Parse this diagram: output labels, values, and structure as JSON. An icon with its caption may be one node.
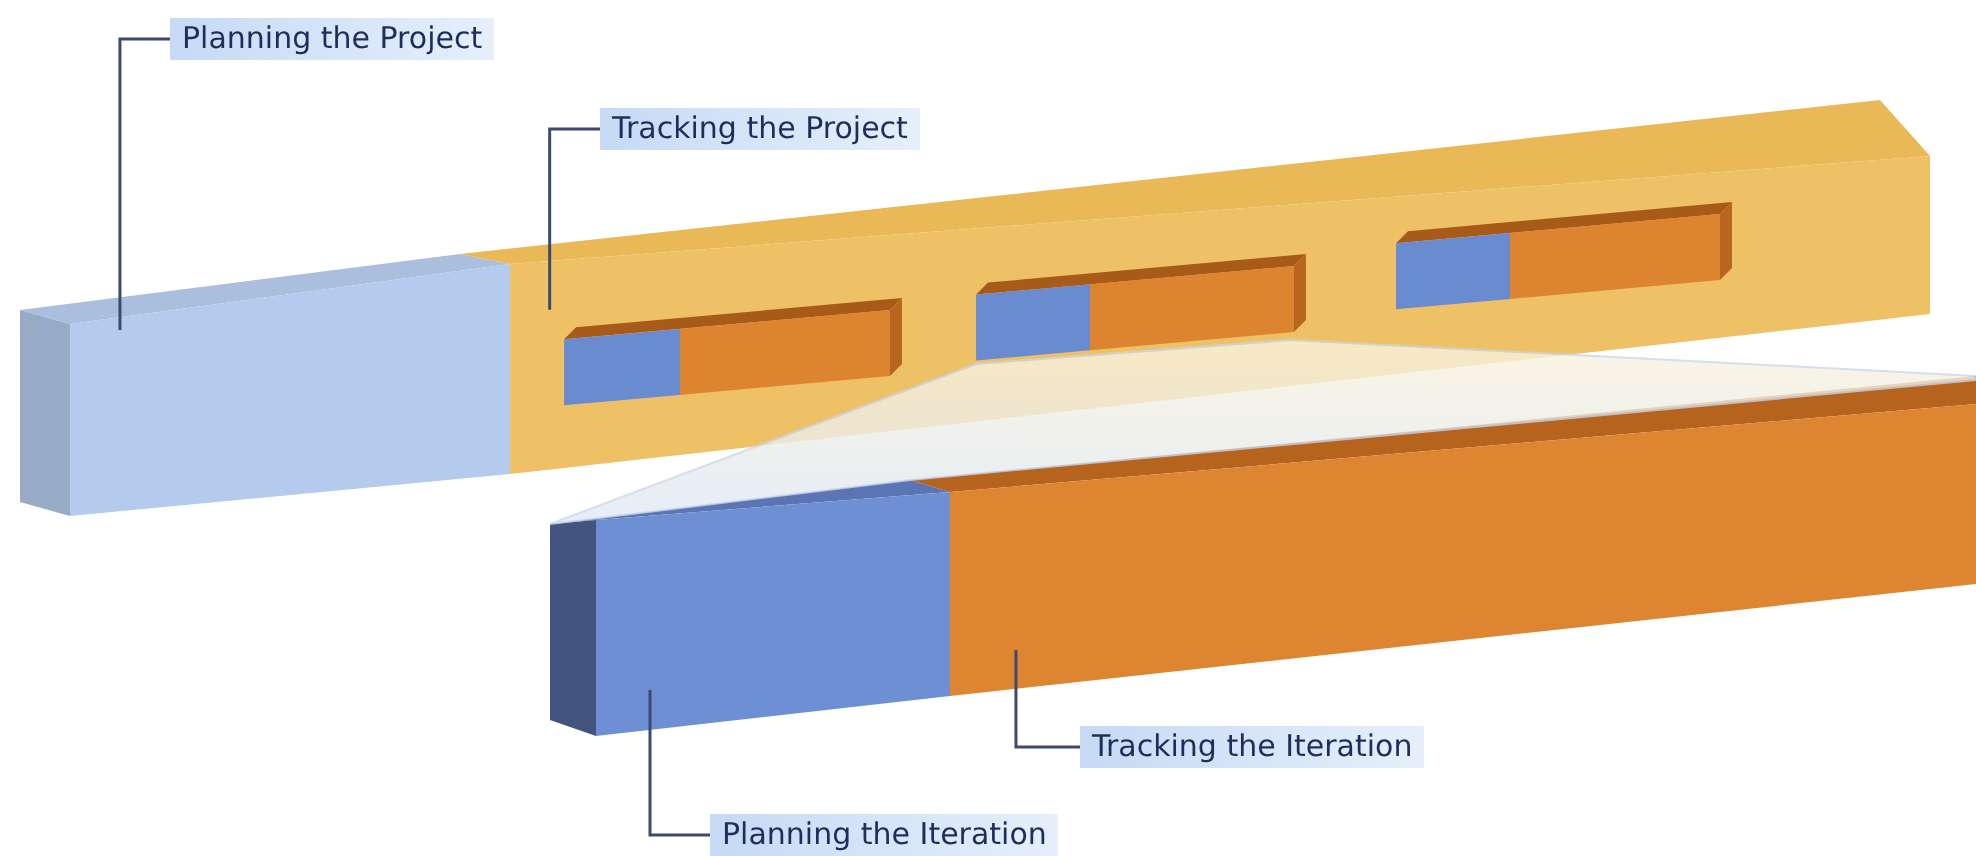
{
  "diagram": {
    "nodes": [
      {
        "text": [
          "Planning the Project"
        ]
      },
      {
        "text": [],
        "shape": "bar"
      },
      {
        "text": [
          "Tracking the Project"
        ]
      },
      {
        "text": [],
        "shape": "bar"
      },
      {
        "text": [],
        "shape": "bar",
        "in": 3
      },
      {
        "text": [],
        "shape": "bar",
        "in": 3
      },
      {
        "text": [],
        "shape": "bar",
        "in": 3
      },
      {
        "text": [],
        "shape": "bar"
      },
      {
        "text": [],
        "shape": "bar"
      },
      {
        "text": [
          "Tracking the Iteration"
        ]
      },
      {
        "text": [
          "Planning the Iteration"
        ]
      },
      {
        "text": [],
        "shape": "trapezoid"
      }
    ],
    "edges": [
      {
        "from": 0,
        "to": 1,
        "arrow": "none"
      },
      {
        "from": 2,
        "to": 3,
        "arrow": "none"
      },
      {
        "from": 9,
        "to": 8,
        "arrow": "none"
      },
      {
        "from": 10,
        "to": 7,
        "arrow": "none"
      }
    ]
  }
}
